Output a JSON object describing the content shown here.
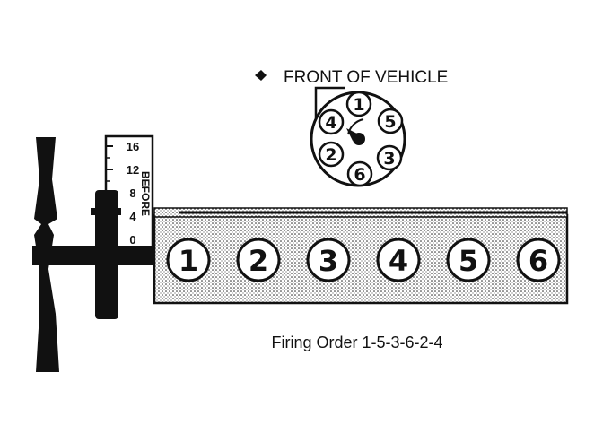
{
  "front_label": "FRONT OF VEHICLE",
  "firing_order": "Firing Order 1-5-3-6-2-4",
  "timing_scale": {
    "marks": [
      "16",
      "12",
      "8",
      "4",
      "0"
    ],
    "side_text": "BEFORE"
  },
  "cylinders": [
    "1",
    "2",
    "3",
    "4",
    "5",
    "6"
  ],
  "distributor": {
    "terminals": [
      "1",
      "5",
      "3",
      "6",
      "2",
      "4"
    ]
  }
}
